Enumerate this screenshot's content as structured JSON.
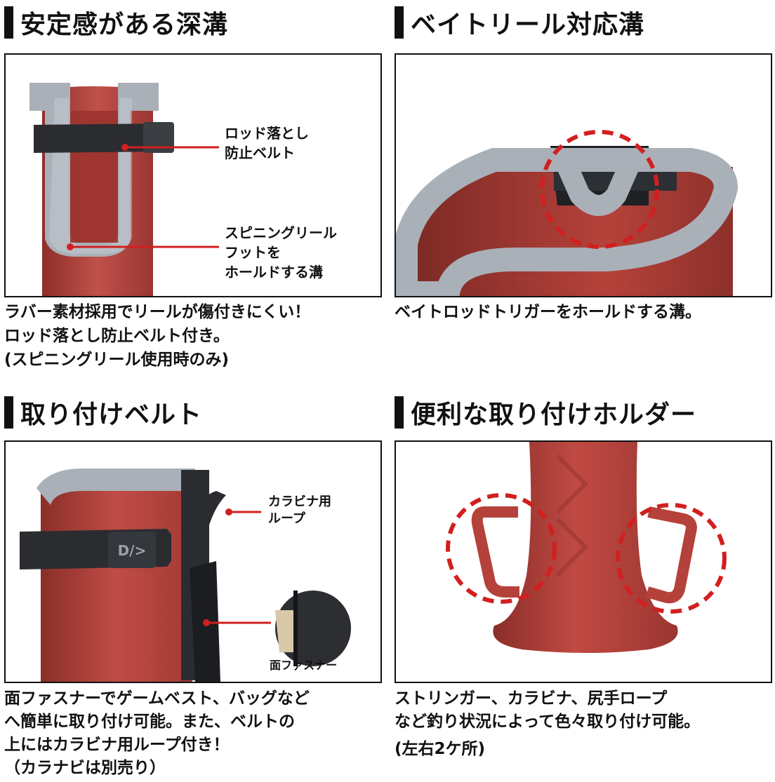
{
  "sections": [
    {
      "heading": "安定感がある深溝",
      "callouts": [
        [
          "ロッド落とし",
          "防止ベルト"
        ],
        [
          "スピニングリール",
          "フットを",
          "ホールドする溝"
        ]
      ],
      "caption": [
        "ラバー素材採用でリールが傷付きにくい！",
        "ロッド落とし防止ベルト付き。",
        "(スピニングリール使用時のみ)"
      ]
    },
    {
      "heading": "ベイトリール対応溝",
      "caption": [
        "ベイトロッドトリガーをホールドする溝。"
      ]
    },
    {
      "heading": "取り付けベルト",
      "callouts": [
        [
          "カラビナ用",
          "ループ"
        ],
        [
          "面ファスナー"
        ]
      ],
      "caption": [
        "面ファスナーでゲームベスト、バッグなど",
        "へ簡単に取り付け可能。また、ベルトの",
        "上にはカラビナ用ループ付き！",
        "（カラナビは別売り）"
      ]
    },
    {
      "heading": "便利な取り付けホルダー",
      "caption": [
        "ストリンガー、カラビナ、尻手ロープ",
        "など釣り状況によって色々取り付け可能。",
        "(左右2ケ所)"
      ]
    }
  ],
  "colors": {
    "rubber_red": "#b5423a",
    "grey_rim": "#a9b0b8",
    "accent_red": "#d21f1f",
    "belt": "#2a2c30"
  },
  "icons": [
    "daiwa-logo-icon"
  ]
}
